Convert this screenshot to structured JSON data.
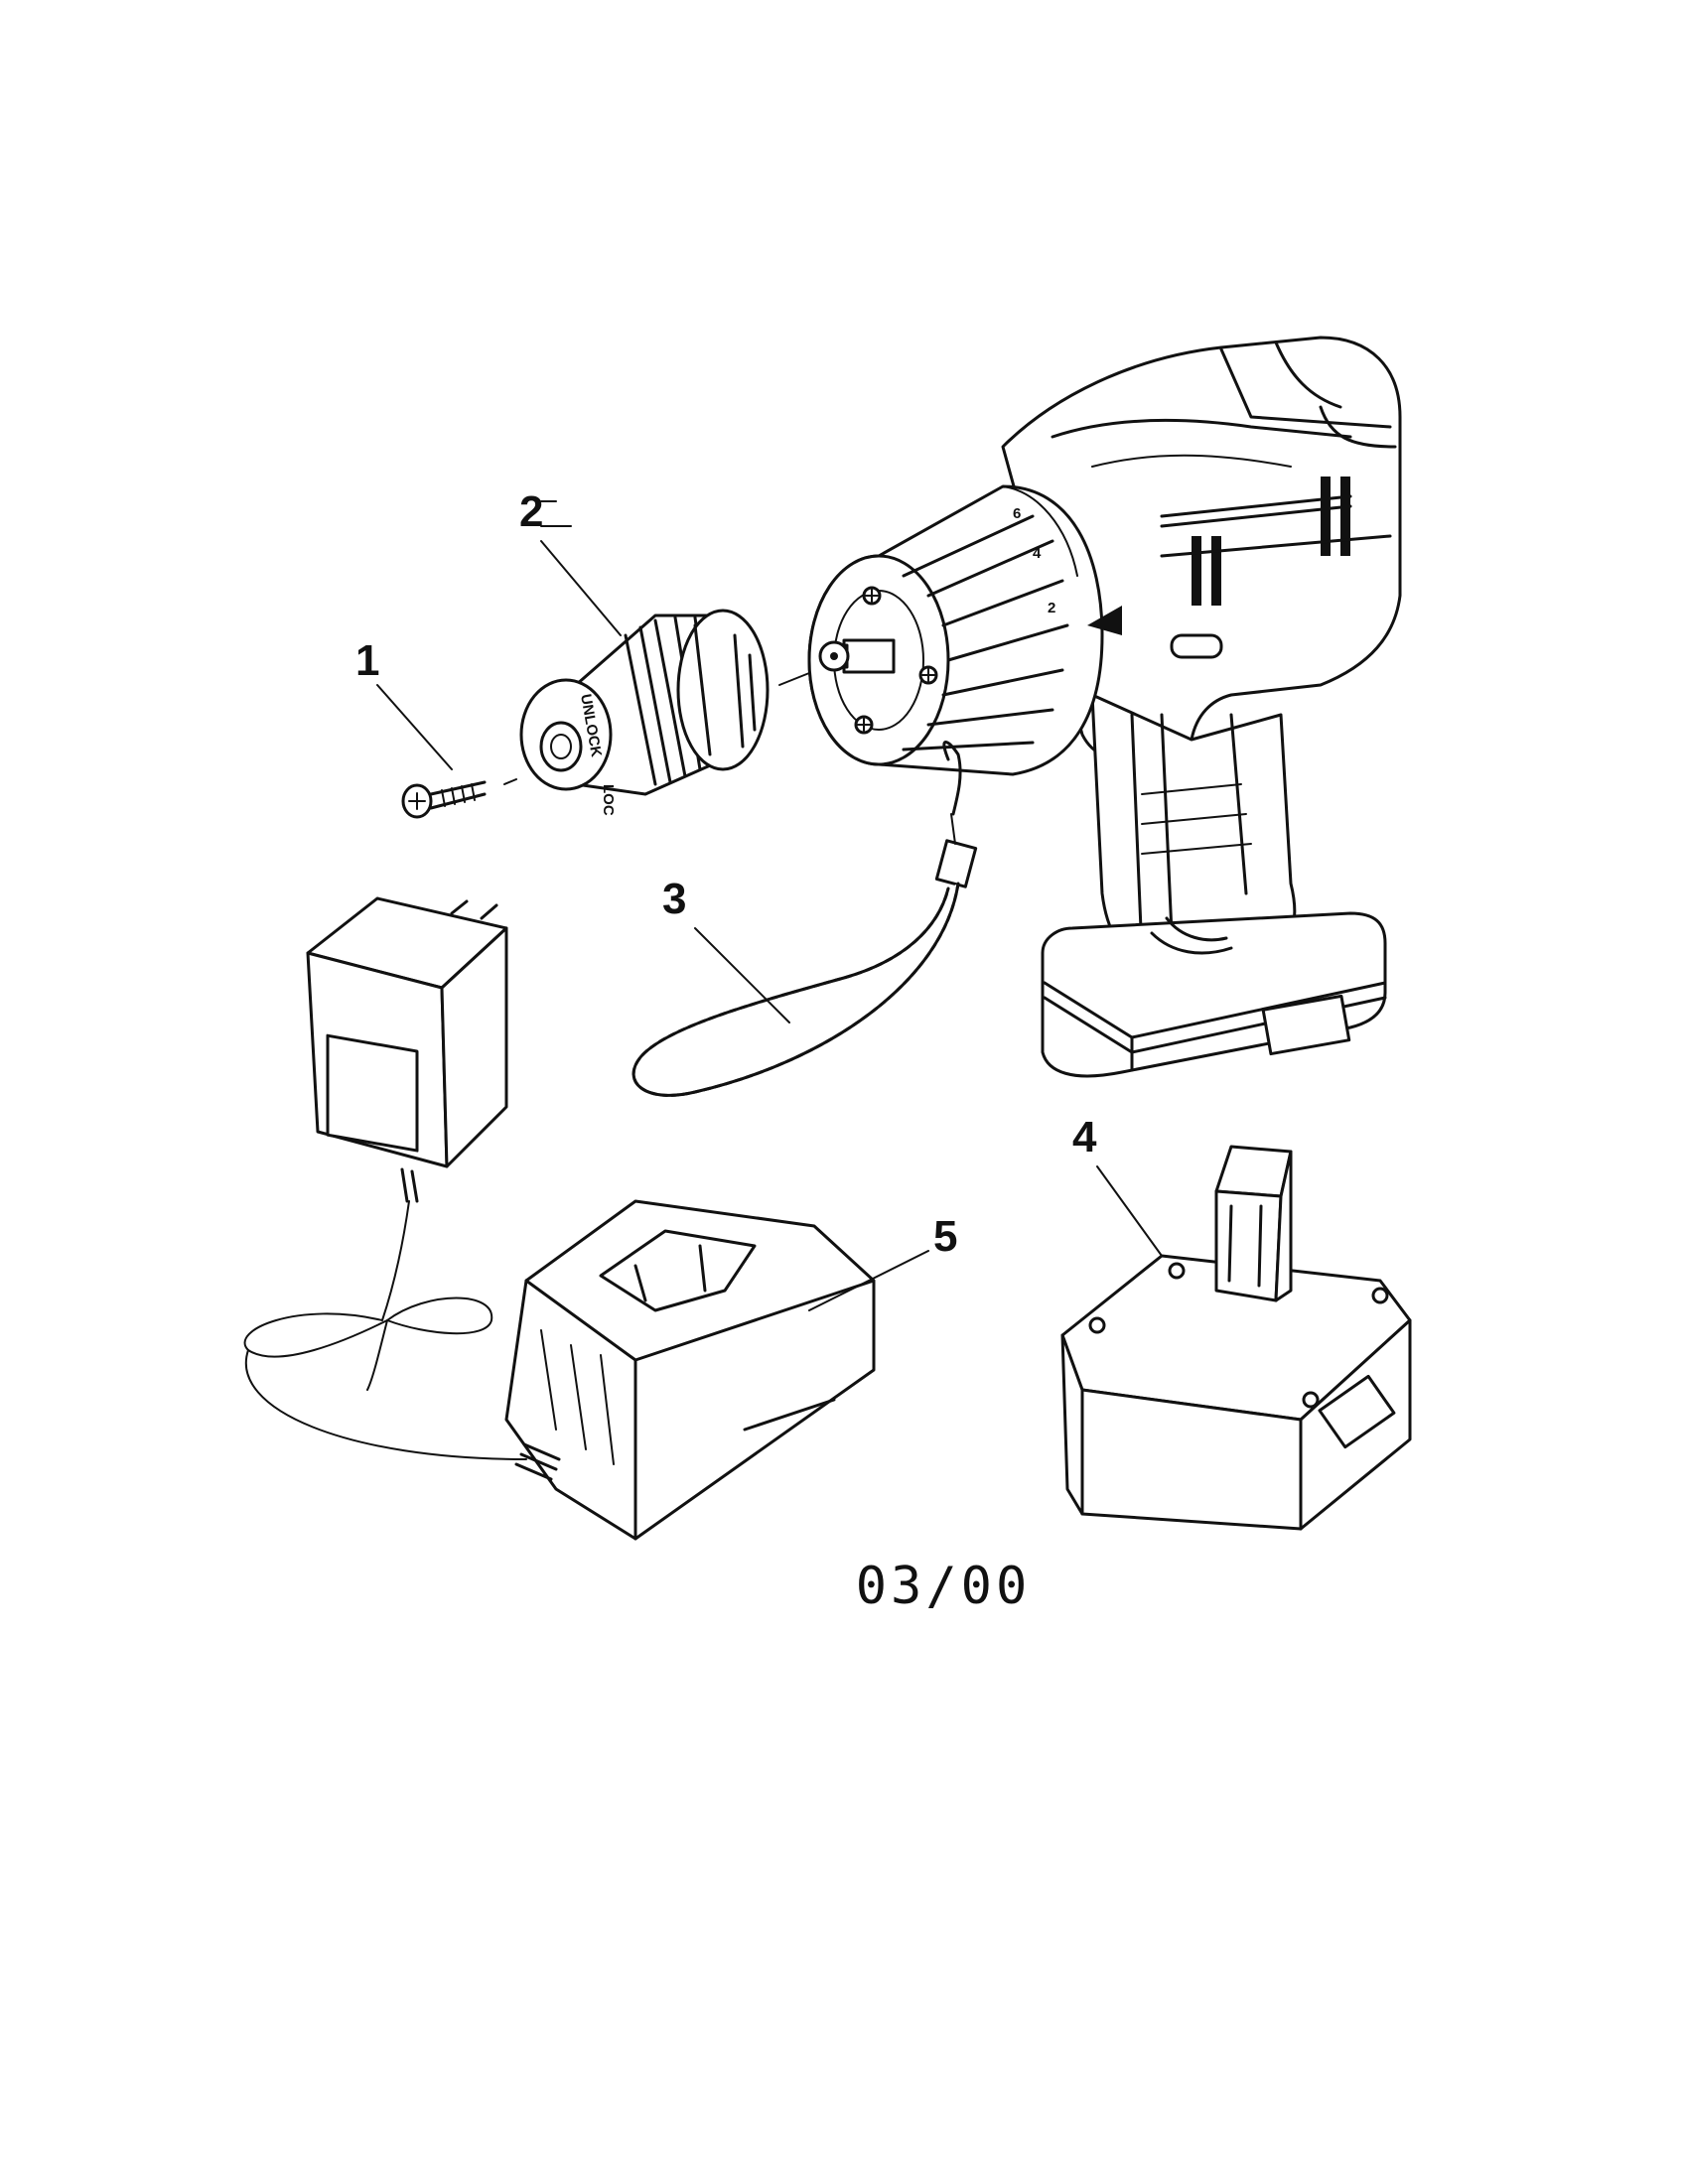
{
  "callouts": [
    {
      "id": "callout-1",
      "label": "1"
    },
    {
      "id": "callout-2",
      "label": "2"
    },
    {
      "id": "callout-3",
      "label": "3"
    },
    {
      "id": "callout-4",
      "label": "4"
    },
    {
      "id": "callout-5",
      "label": "5"
    }
  ],
  "chuck_text": {
    "unlock": "UNLOCK",
    "lock": "LOC"
  },
  "dial_marks": {
    "a": "6",
    "b": "4",
    "c": "2"
  },
  "date_code": "03/00",
  "colors": {
    "ink": "#111111",
    "paper": "#ffffff"
  }
}
